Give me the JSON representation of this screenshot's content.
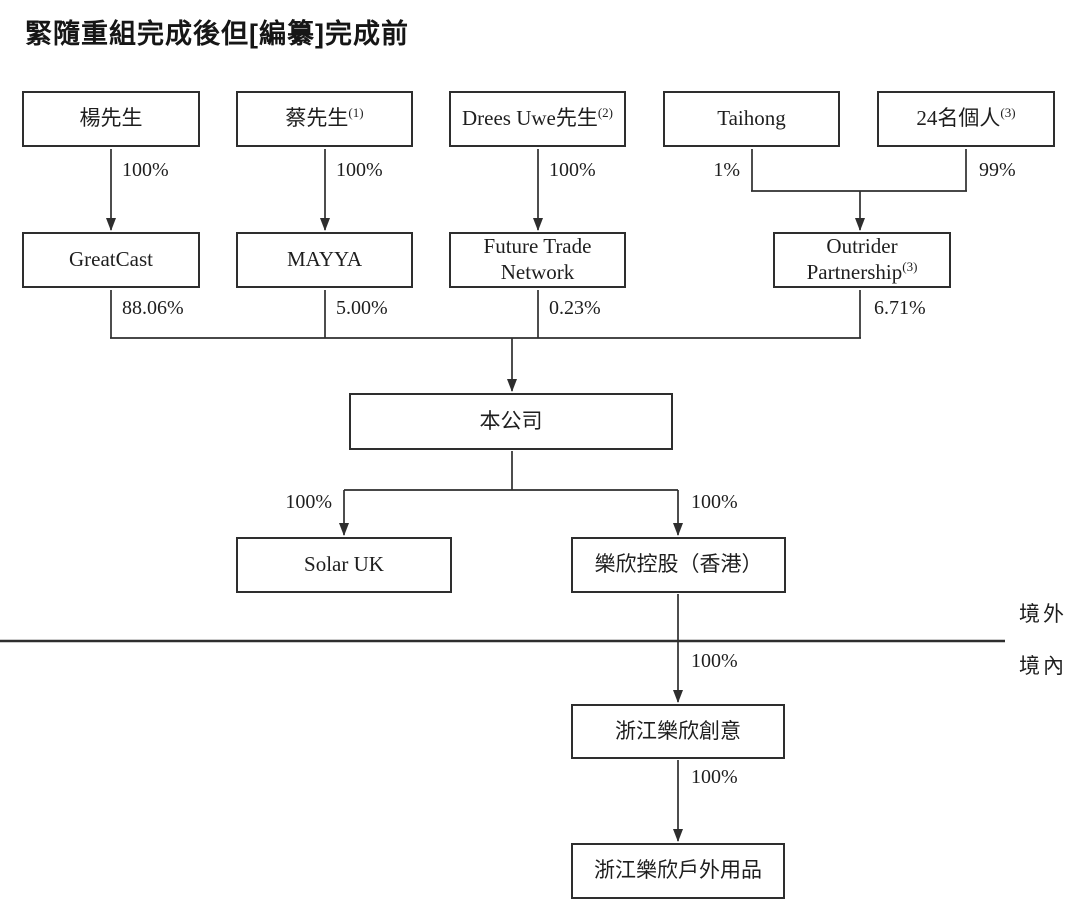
{
  "title": "緊隨重組完成後但[編纂]完成前",
  "line_color": "#2e2e2e",
  "regions": {
    "offshore": "境外",
    "onshore": "境內"
  },
  "nodes": {
    "yang": {
      "label": "楊先生",
      "sup": ""
    },
    "cai": {
      "label": "蔡先生",
      "sup": "(1)"
    },
    "drees": {
      "label": "Drees Uwe先生",
      "sup": "(2)"
    },
    "taihong": {
      "label": "Taihong",
      "sup": ""
    },
    "individuals": {
      "label": "24名個人",
      "sup": "(3)"
    },
    "greatcast": {
      "label": "GreatCast",
      "sup": ""
    },
    "ftn": {
      "label": "Future Trade Network",
      "sup": ""
    },
    "mayya": {
      "label": "MAYYA",
      "sup": ""
    },
    "outrider": {
      "label": "Outrider Partnership",
      "sup": "(3)"
    },
    "company": {
      "label": "本公司",
      "sup": ""
    },
    "solar_uk": {
      "label": "Solar UK",
      "sup": ""
    },
    "lexin_hk": {
      "label": "樂欣控股（香港）",
      "sup": ""
    },
    "creative": {
      "label": "浙江樂欣創意",
      "sup": ""
    },
    "outdoor": {
      "label": "浙江樂欣戶外用品",
      "sup": ""
    }
  },
  "edges": {
    "yang_to_greatcast": "100%",
    "cai_to_mayya": "100%",
    "drees_to_ftn": "100%",
    "taihong_to_outrider": "1%",
    "individuals_to_outrider": "99%",
    "greatcast_to_company": "88.06%",
    "mayya_to_company": "5.00%",
    "ftn_to_company": "0.23%",
    "outrider_to_company": "6.71%",
    "company_to_solar_uk": "100%",
    "company_to_lexin_hk": "100%",
    "lexin_hk_to_creative": "100%",
    "creative_to_outdoor": "100%"
  }
}
